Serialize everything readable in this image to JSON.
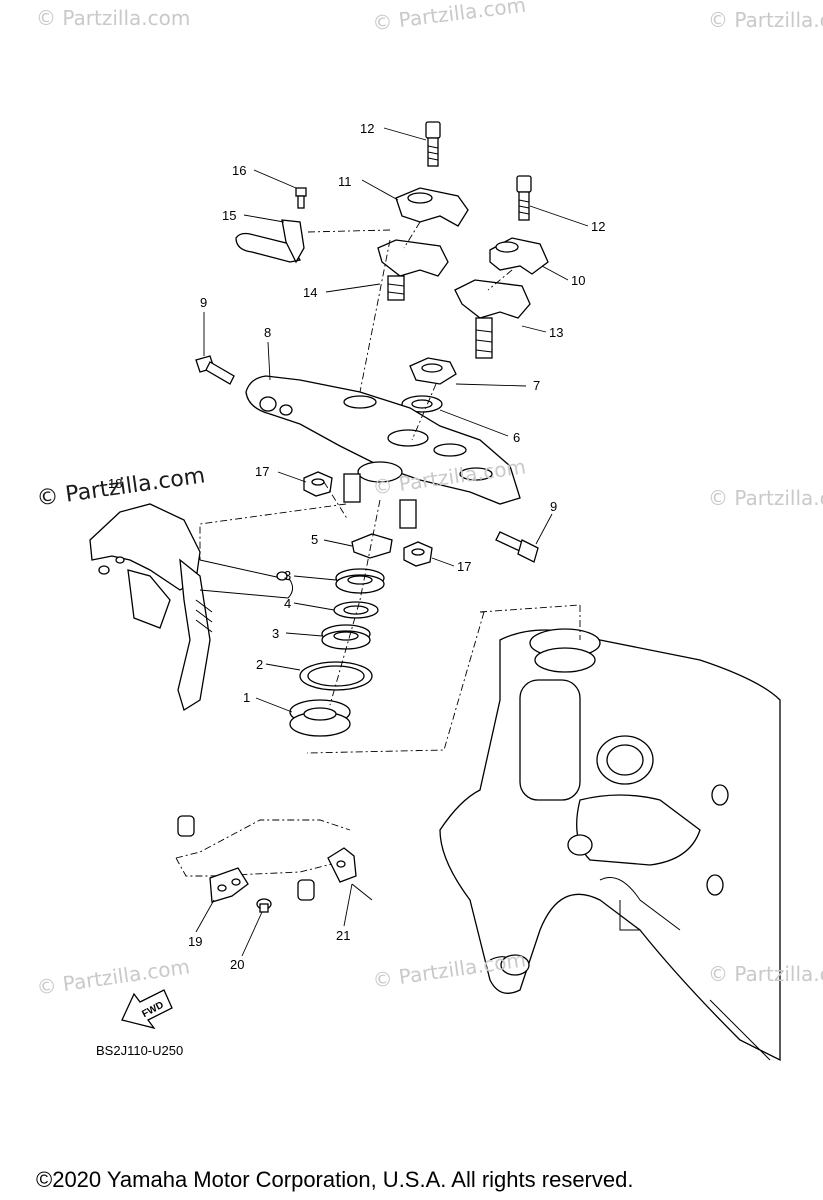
{
  "watermark": {
    "text": "© Partzilla.com",
    "text_prominent": "© Partzilla.com"
  },
  "callouts": {
    "p1": "1",
    "p2": "2",
    "p3a": "3",
    "p3b": "3",
    "p4": "4",
    "p5": "5",
    "p6": "6",
    "p7": "7",
    "p8": "8",
    "p9a": "9",
    "p9b": "9",
    "p10": "10",
    "p11": "11",
    "p12a": "12",
    "p12b": "12",
    "p13": "13",
    "p14": "14",
    "p15": "15",
    "p16": "16",
    "p17a": "17",
    "p17b": "17",
    "p18": "18",
    "p19": "19",
    "p20": "20",
    "p21": "21"
  },
  "fwd_label": "FWD",
  "diagram_code": "BS2J110-U250",
  "copyright": "©2020 Yamaha Motor Corporation, U.S.A. All rights reserved."
}
